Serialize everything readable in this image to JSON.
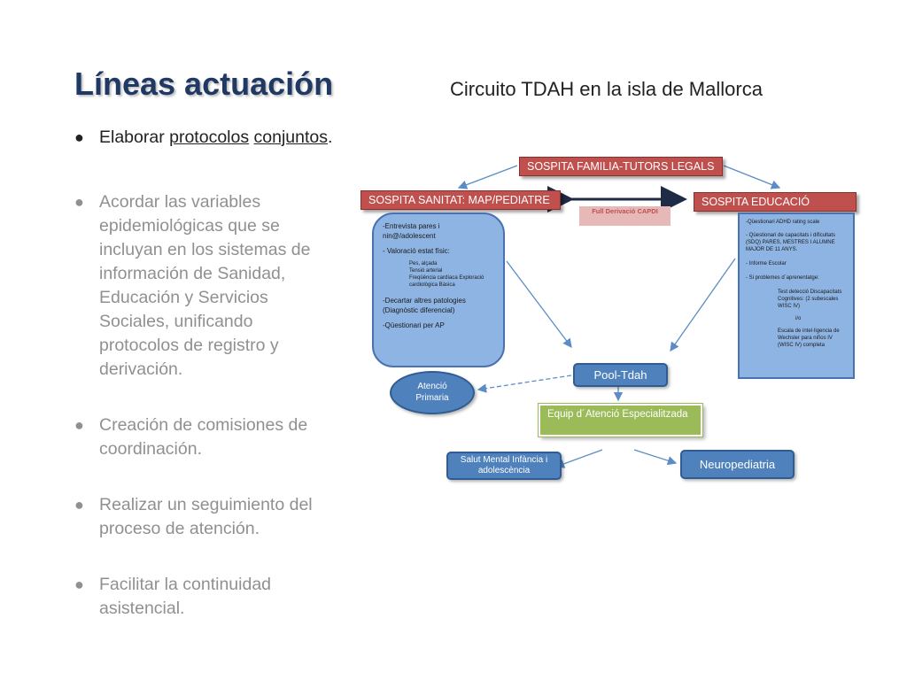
{
  "slide": {
    "title": "Líneas actuación",
    "subtitle": "Circuito TDAH en la isla de Mallorca"
  },
  "bullets": [
    {
      "pre": "Elaborar ",
      "u1": "protocolos",
      "u2": "conjuntos",
      "post": "."
    },
    {
      "text": "Acordar las variables epidemiológicas que se incluyan en los sistemas de información de Sanidad, Educación y Servicios Sociales, unificando protocolos de registro y derivación."
    },
    {
      "text": "Creación de comisiones de coordinación."
    },
    {
      "text": "Realizar un seguimiento del proceso de atención."
    },
    {
      "text": "Facilitar la continuidad asistencial."
    }
  ],
  "diagram": {
    "top": "SOSPITA FAMILIA-TUTORS LEGALS",
    "sanitat": "SOSPITA SANITAT: MAP/PEDIATRE",
    "educacio": "SOSPITA EDUCACIÓ",
    "capdi": "Full Derivació CAPDI",
    "sanitat_list": {
      "l1": "-Entrevista pares i nin@/adolescent",
      "l2": "- Valoració estat físic:",
      "s1": "Pes, alçada",
      "s2": "Tensió arterial",
      "s3": "Freqüència cardíaca  Exploració cardiològica Bàsica",
      "l3": "-Decartar altres patologies (Diagnòstic diferencial)",
      "l4": "-Qüestionari per AP"
    },
    "educacio_list": {
      "l1": "-Qüestionari ADHD rating scale",
      "l2": "-  Qüestionari de capacitats i dificultats (SDQ) PARES, MESTRES I ALUMNE MAJOR DE 11 ANYS.",
      "l3": "-  Informe Escolar",
      "l4": "- Si problemes d´aprenentatge:",
      "s1": "Test detecció Discapacitats Cognitives: (2 subescales WISC IV)",
      "s2": "i/o",
      "s3": "Escala de intel·ligencia de Wechsler para niños IV (WISC IV) completa"
    },
    "pool": "Pool-Tdah",
    "atencio": "Atenció Primaria",
    "equip": "Equip d´Atenció Especialitzada",
    "salut": "Salut Mental Infància i adolescència",
    "neuro": "Neuropediatria"
  },
  "colors": {
    "title": "#1f3864",
    "red_box": "#c0504d",
    "light_blue": "#8eb4e3",
    "navy": "#4f81bd",
    "green": "#9bbb59",
    "capdi_bg": "#e6b9b8"
  }
}
